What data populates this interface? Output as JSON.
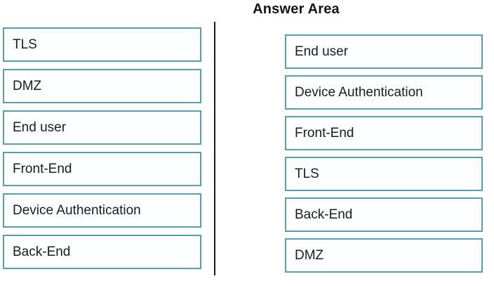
{
  "colors": {
    "box_border": "#5f9ca9",
    "box_fill": "#fcfeff",
    "text": "#1c1c1c",
    "divider": "#1c1c1c",
    "background": "#ffffff"
  },
  "source_list": {
    "items": [
      {
        "label": "TLS"
      },
      {
        "label": "DMZ"
      },
      {
        "label": "End user"
      },
      {
        "label": "Front-End"
      },
      {
        "label": "Device Authentication"
      },
      {
        "label": "Back-End"
      }
    ]
  },
  "answer_area": {
    "heading": "Answer Area",
    "items": [
      {
        "label": "End user"
      },
      {
        "label": "Device Authentication"
      },
      {
        "label": "Front-End"
      },
      {
        "label": "TLS"
      },
      {
        "label": "Back-End"
      },
      {
        "label": "DMZ"
      }
    ]
  }
}
